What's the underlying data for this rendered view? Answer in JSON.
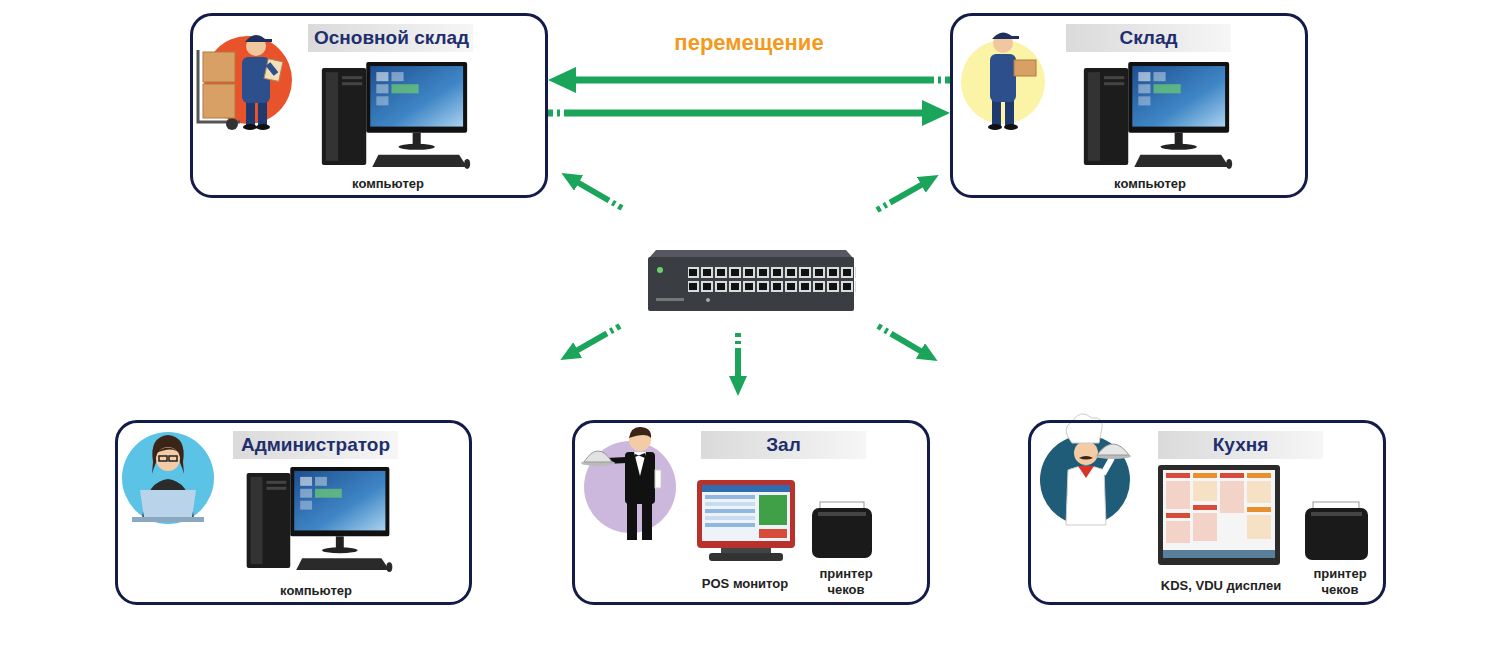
{
  "diagram": {
    "nodes": [
      {
        "text": [
          "Основной склад",
          "компьютер"
        ]
      },
      {
        "text": [
          "Склад",
          "компьютер"
        ]
      },
      {
        "text": [
          "Администратор",
          "компьютер"
        ]
      },
      {
        "text": [
          "Зал",
          "POS монитор",
          "принтер чеков"
        ]
      },
      {
        "text": [
          "Кухня",
          "KDS, VDU дисплеи",
          "принтер чеков"
        ]
      }
    ],
    "edges": [
      {
        "from": 1,
        "to": 0,
        "arrow": "to",
        "label": "перемещение"
      },
      {
        "from": 0,
        "to": 1,
        "arrow": "to"
      }
    ]
  }
}
